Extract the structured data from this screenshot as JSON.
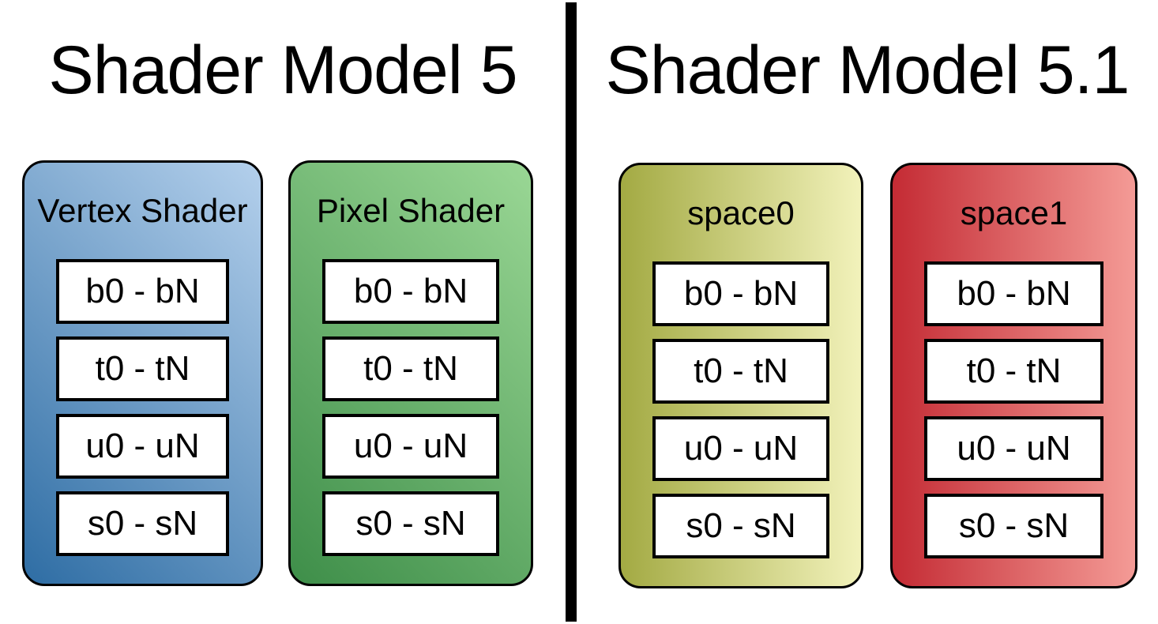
{
  "background": "#ffffff",
  "divider_color": "#000000",
  "panels": [
    {
      "title": "Shader Model 5",
      "cards": [
        {
          "title": "Vertex Shader",
          "registers": [
            "b0 - bN",
            "t0 - tN",
            "u0 - uN",
            "s0 - sN"
          ],
          "gradient_from": "#2e6da4",
          "gradient_to": "#b4d0ec",
          "gradient_angle": "45deg"
        },
        {
          "title": "Pixel Shader",
          "registers": [
            "b0 - bN",
            "t0 - tN",
            "u0 - uN",
            "s0 - sN"
          ],
          "gradient_from": "#3e8e49",
          "gradient_to": "#9ad795",
          "gradient_angle": "45deg"
        }
      ]
    },
    {
      "title": "Shader Model 5.1",
      "cards": [
        {
          "title": "space0",
          "registers": [
            "b0 - bN",
            "t0 - tN",
            "u0 - uN",
            "s0 - sN"
          ],
          "gradient_from": "#a3aa43",
          "gradient_to": "#f2f2bb",
          "gradient_angle": "90deg"
        },
        {
          "title": "space1",
          "registers": [
            "b0 - bN",
            "t0 - tN",
            "u0 - uN",
            "s0 - sN"
          ],
          "gradient_from": "#c42b34",
          "gradient_to": "#f49b96",
          "gradient_angle": "90deg"
        }
      ]
    }
  ]
}
